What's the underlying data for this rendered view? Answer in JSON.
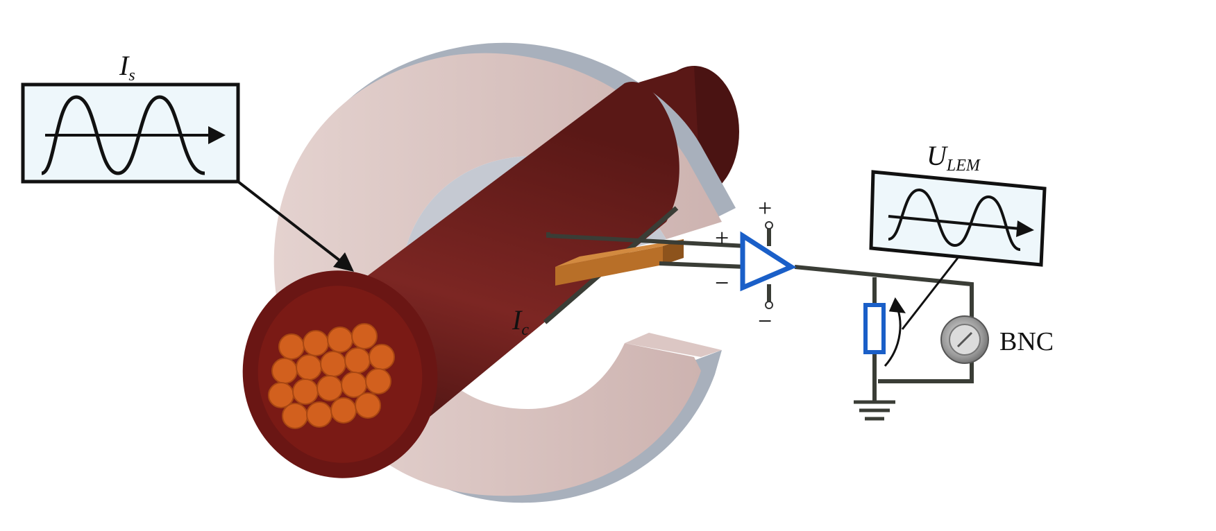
{
  "labels": {
    "is_main": "I",
    "is_sub": "s",
    "ic_main": "I",
    "ic_sub": "c",
    "ulem_main": "U",
    "ulem_sub": "LEM",
    "bnc": "BNC",
    "plus_top": "+",
    "minus_bottom": "−",
    "plus_input": "+",
    "minus_input": "−"
  },
  "colors": {
    "cable": "#6e1e1c",
    "cable_light": "#8a2a27",
    "copper": "#d2601e",
    "core": "#d7bfbc",
    "core_shadow": "#9fa7b3",
    "sensor": "#c8792b",
    "opamp": "#1a5fc8",
    "resistor": "#1a5fc8",
    "wire": "#3a3d36",
    "scope_bg": "#eef7fb"
  },
  "icons": {
    "is_waveform": "sine-wave-arrow-icon",
    "ulem_waveform": "sine-wave-arrow-icon",
    "opamp": "op-amp-triangle-icon",
    "resistor": "resistor-icon",
    "ground": "ground-symbol-icon",
    "bnc": "bnc-connector-icon"
  }
}
